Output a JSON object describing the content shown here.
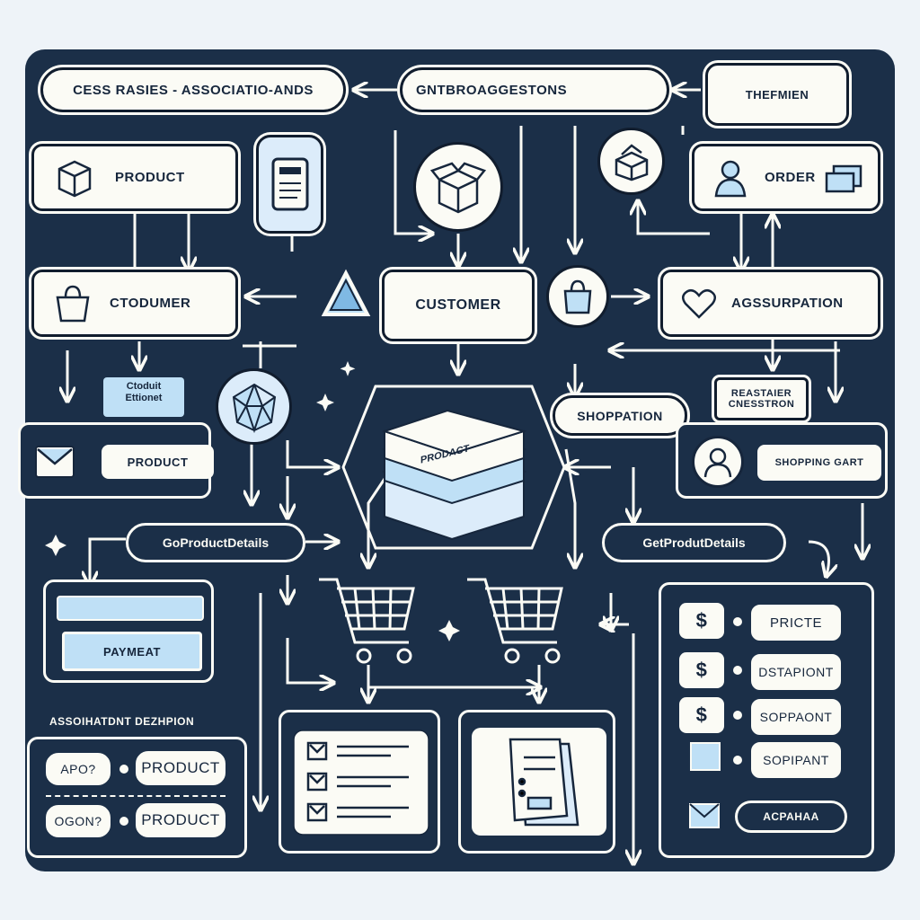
{
  "nodes": {
    "cess_rasies": "Cess Rasies - Associatio-ands",
    "gntbro": "Gntbroaggestons",
    "thefmien": "Thefmien",
    "product_top": "Product",
    "order": "Order",
    "ctodumer": "Ctodumer",
    "customer": "Customer",
    "agssurpation": "Agssurpation",
    "ctoduit": "Ctoduit Ettionet",
    "shoppation": "Shoppation",
    "reastaier": "Reastaier Cnesstron",
    "product_mid": "Product",
    "shopping_gart": "Shopping Gart",
    "goproduct": "GoProductDetails",
    "getprodut": "GetProdutDetails",
    "payment": "Paymeat",
    "assoc_desc": "Assoihatdnt Dezhpion",
    "apo": "Apo?",
    "ogon": "Ogon?",
    "product_a": "Product",
    "product_b": "Product",
    "pricte": "Pricte",
    "dstapiont": "Dstapiont",
    "soppaont": "Soppaont",
    "sopipant": "Sopipant",
    "acpahaa": "Acpahaa",
    "box_label": "Prodact"
  },
  "icons": [
    "box-icon",
    "card-icon",
    "open-box-icon",
    "cubes-icon",
    "person-icon",
    "cart-card-icon",
    "bag-icon",
    "shopping-bag-icon",
    "heart-icon",
    "triangle-icon",
    "gem-icon",
    "mail-icon",
    "avatar-icon",
    "stacked-box-icon",
    "shopping-cart-icon",
    "checklist-icon",
    "documents-icon",
    "dollar-icon",
    "image-icon",
    "envelope-icon"
  ],
  "colors": {
    "board": "#1b2f48",
    "card": "#fbfbf5",
    "accent": "#bfe0f6",
    "accent_dark": "#3a78c2"
  }
}
